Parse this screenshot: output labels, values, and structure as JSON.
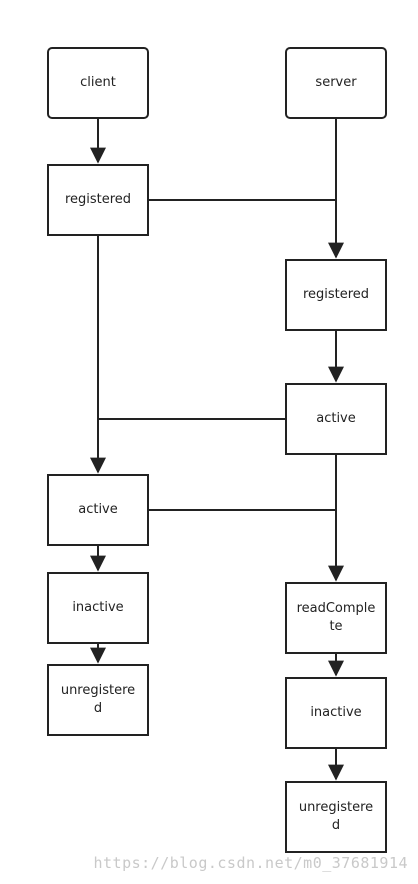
{
  "client": {
    "start": "client",
    "registered": "registered",
    "active": "active",
    "inactive": "inactive",
    "unregistered": "unregistered"
  },
  "server": {
    "start": "server",
    "registered": "registered",
    "active": "active",
    "readComplete": "readComplete",
    "inactive": "inactive",
    "unregistered": "unregistered"
  },
  "watermark": "https://blog.csdn.net/m0_37681914",
  "colors": {
    "line": "#222222",
    "watermark": "#c9c9c9"
  }
}
